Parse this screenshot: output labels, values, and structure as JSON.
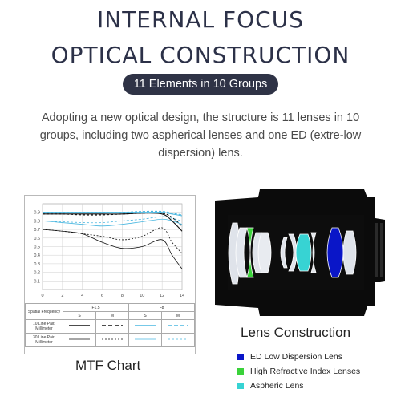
{
  "header": {
    "title_line1": "INTERNAL FOCUS",
    "title_line2": "OPTICAL CONSTRUCTION",
    "badge": "11 Elements in 10 Groups"
  },
  "description": "Adopting a new optical design, the structure is 11 lenses in 10 groups, including two aspherical lenses and one ED (extre-low dispersion) lens.",
  "mtf_chart": {
    "caption": "MTF Chart",
    "legend": {
      "spatial_frequency_label": "Spatial Frequency",
      "aperture_1": "F1.5",
      "aperture_2": "F8",
      "s_label": "S",
      "m_label": "M",
      "row_1_label": "10 Line Pair/ Millimeter",
      "row_2_label": "30 Line Pair/ Millimeter"
    },
    "colors": {
      "f15": "#111111",
      "f8": "#4ab7e0"
    }
  },
  "chart_data": {
    "type": "line",
    "xlabel": "",
    "ylabel": "",
    "xlim": [
      0,
      14
    ],
    "ylim": [
      0,
      1.0
    ],
    "x_ticks": [
      "0",
      "2",
      "4",
      "6",
      "8",
      "10",
      "12",
      "14"
    ],
    "y_ticks": [
      "0.1",
      "0.2",
      "0.3",
      "0.4",
      "0.5",
      "0.6",
      "0.7",
      "0.8",
      "0.9"
    ],
    "x": [
      0,
      2,
      4,
      6,
      8,
      10,
      12,
      13,
      14
    ],
    "series": [
      {
        "values": [
          0.88,
          0.88,
          0.88,
          0.88,
          0.88,
          0.89,
          0.88,
          0.8,
          0.68
        ],
        "color": "#111111",
        "dash": ""
      },
      {
        "values": [
          0.88,
          0.88,
          0.87,
          0.87,
          0.88,
          0.89,
          0.89,
          0.84,
          0.74
        ],
        "color": "#111111",
        "dash": "3,2"
      },
      {
        "values": [
          0.7,
          0.68,
          0.65,
          0.55,
          0.48,
          0.5,
          0.58,
          0.4,
          0.24
        ],
        "color": "#111111",
        "dash": ""
      },
      {
        "values": [
          0.7,
          0.68,
          0.65,
          0.62,
          0.58,
          0.62,
          0.72,
          0.55,
          0.42
        ],
        "color": "#111111",
        "dash": "2,2"
      },
      {
        "values": [
          0.9,
          0.9,
          0.9,
          0.9,
          0.9,
          0.9,
          0.9,
          0.88,
          0.86
        ],
        "color": "#4ab7e0",
        "dash": ""
      },
      {
        "values": [
          0.9,
          0.9,
          0.9,
          0.9,
          0.9,
          0.91,
          0.91,
          0.89,
          0.87
        ],
        "color": "#4ab7e0",
        "dash": "3,2"
      },
      {
        "values": [
          0.8,
          0.78,
          0.76,
          0.74,
          0.76,
          0.79,
          0.82,
          0.8,
          0.76
        ],
        "color": "#4ab7e0",
        "dash": ""
      },
      {
        "values": [
          0.8,
          0.79,
          0.78,
          0.78,
          0.8,
          0.82,
          0.85,
          0.83,
          0.8
        ],
        "color": "#4ab7e0",
        "dash": "3,2"
      }
    ]
  },
  "lens": {
    "caption": "Lens Construction",
    "legend": [
      {
        "label": "ED Low Dispersion Lens",
        "color": "#0a16c8"
      },
      {
        "label": "High Refractive Index Lenses",
        "color": "#3ad23a"
      },
      {
        "label": "Aspheric Lens",
        "color": "#37d3d3"
      }
    ]
  }
}
